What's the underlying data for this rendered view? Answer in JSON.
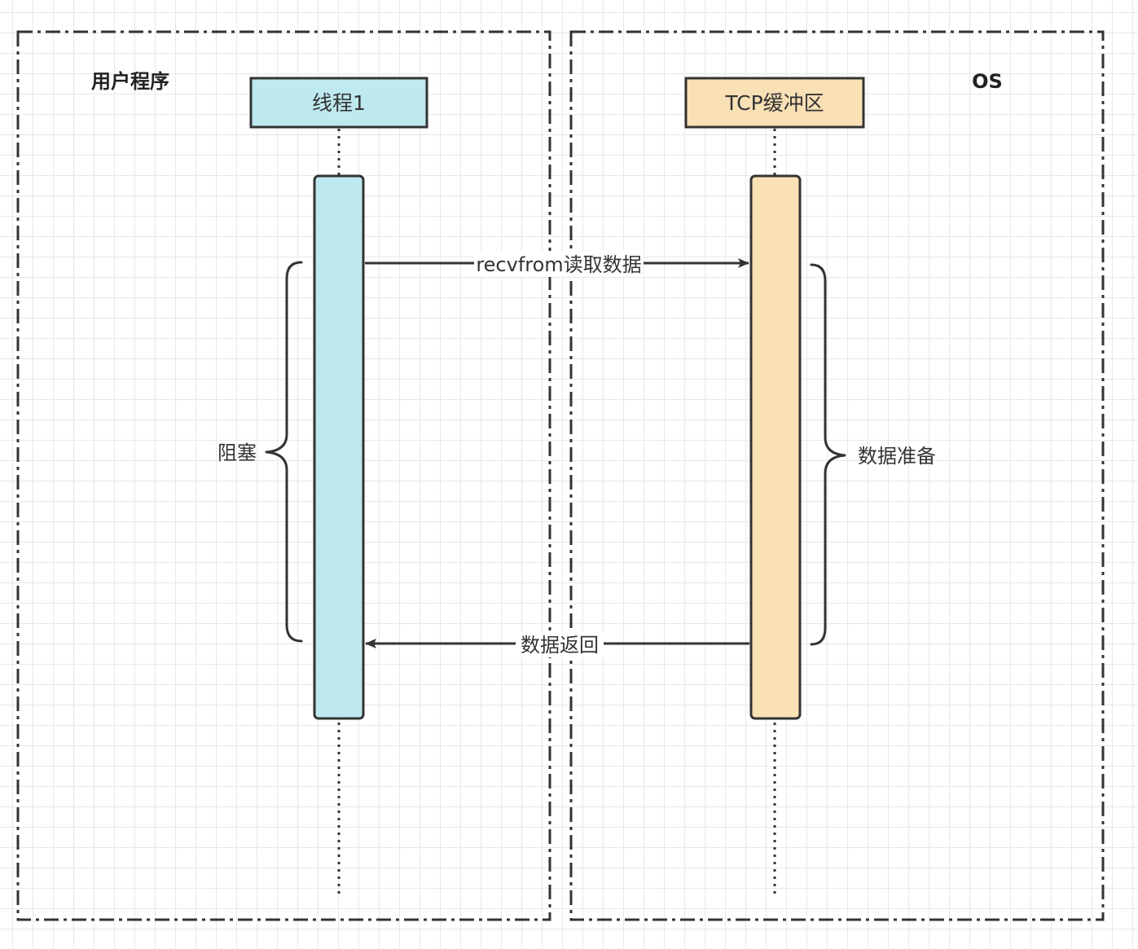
{
  "groups": {
    "user_program": {
      "label": "用户程序"
    },
    "os": {
      "label": "OS"
    }
  },
  "actors": {
    "thread": {
      "label": "线程1",
      "fill": "#bde9ef"
    },
    "tcp_buffer": {
      "label": "TCP缓冲区",
      "fill": "#f9e0b5"
    }
  },
  "messages": {
    "request": {
      "label": "recvfrom读取数据"
    },
    "response": {
      "label": "数据返回"
    }
  },
  "braces": {
    "blocking": {
      "label": "阻塞"
    },
    "data_prep": {
      "label": "数据准备"
    }
  },
  "colors": {
    "stroke": "#333333",
    "text": "#333333",
    "grid": "#e8e8e8"
  }
}
